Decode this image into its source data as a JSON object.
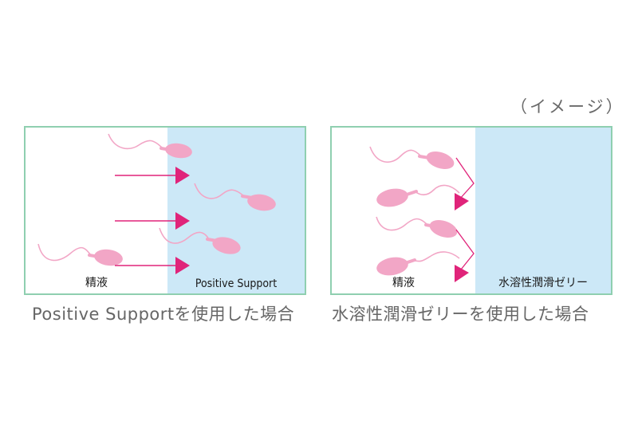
{
  "note": "（イメージ）",
  "left_panel": {
    "semen_label": "精液",
    "zone_label": "Positive Support",
    "caption": "Positive Supportを使用した場合"
  },
  "right_panel": {
    "semen_label": "精液",
    "zone_label": "水溶性潤滑ゼリー",
    "caption": "水溶性潤滑ゼリーを使用した場合"
  },
  "colors": {
    "sperm": "#f2a6c6",
    "arrow": "#e0247a",
    "zone": "#cce8f7",
    "border": "#8fcfb0"
  }
}
